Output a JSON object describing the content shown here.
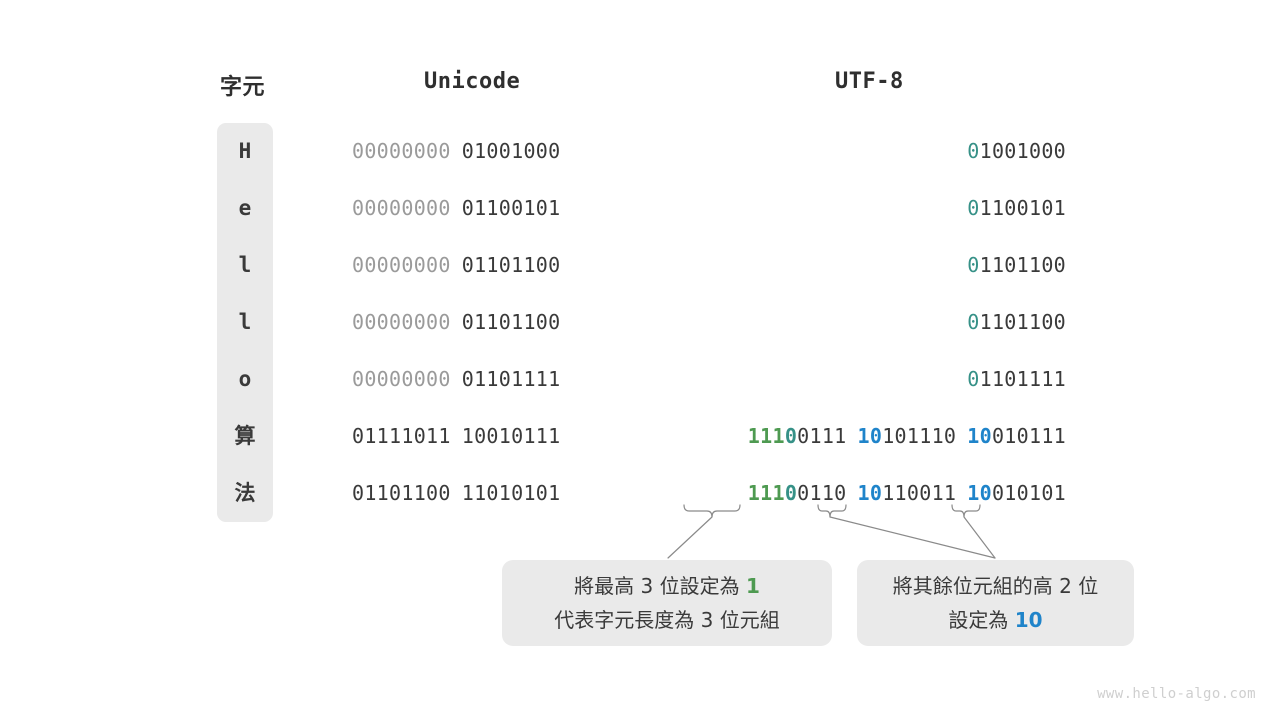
{
  "headers": {
    "character": "字元",
    "unicode": "Unicode",
    "utf8": "UTF-8"
  },
  "rows": [
    {
      "char": "H",
      "unicode": {
        "high": "00000000",
        "low": "01001000"
      },
      "utf8": [
        {
          "prefix": "0",
          "prefix_color": "teal",
          "rest": "1001000"
        }
      ]
    },
    {
      "char": "e",
      "unicode": {
        "high": "00000000",
        "low": "01100101"
      },
      "utf8": [
        {
          "prefix": "0",
          "prefix_color": "teal",
          "rest": "1100101"
        }
      ]
    },
    {
      "char": "l",
      "unicode": {
        "high": "00000000",
        "low": "01101100"
      },
      "utf8": [
        {
          "prefix": "0",
          "prefix_color": "teal",
          "rest": "1101100"
        }
      ]
    },
    {
      "char": "l",
      "unicode": {
        "high": "00000000",
        "low": "01101100"
      },
      "utf8": [
        {
          "prefix": "0",
          "prefix_color": "teal",
          "rest": "1101100"
        }
      ]
    },
    {
      "char": "o",
      "unicode": {
        "high": "00000000",
        "low": "01101111"
      },
      "utf8": [
        {
          "prefix": "0",
          "prefix_color": "teal",
          "rest": "1101111"
        }
      ]
    },
    {
      "char": "算",
      "unicode": {
        "high": "01111011",
        "low": "10010111"
      },
      "utf8": [
        {
          "prefix_green": "111",
          "prefix_teal": "0",
          "rest": "0111"
        },
        {
          "prefix_blue": "10",
          "rest": "101110"
        },
        {
          "prefix_blue": "10",
          "rest": "010111"
        }
      ]
    },
    {
      "char": "法",
      "unicode": {
        "high": "01101100",
        "low": "11010101"
      },
      "utf8": [
        {
          "prefix_green": "111",
          "prefix_teal": "0",
          "rest": "0110"
        },
        {
          "prefix_blue": "10",
          "rest": "110011"
        },
        {
          "prefix_blue": "10",
          "rest": "010101"
        }
      ]
    }
  ],
  "notes": [
    {
      "line1_pre": "將最高 3 位設定為 ",
      "line1_hl": "1",
      "line2": "代表字元長度為 3 位元組",
      "highlight_color": "#4e9a51"
    },
    {
      "line1_pre": "將其餘位元組的高 2 位",
      "line1_hl": "",
      "line2_pre": "設定為 ",
      "line2_hl": "10",
      "highlight_color": "#1f84ca"
    }
  ],
  "watermark": "www.hello-algo.com",
  "colors": {
    "teal": "#369187",
    "green": "#4e9a51",
    "blue": "#1f84ca",
    "dark": "#3a3a3a",
    "dim": "#9a9a9a",
    "panel_bg": "#eaeaea",
    "page_bg": "#ffffff"
  }
}
